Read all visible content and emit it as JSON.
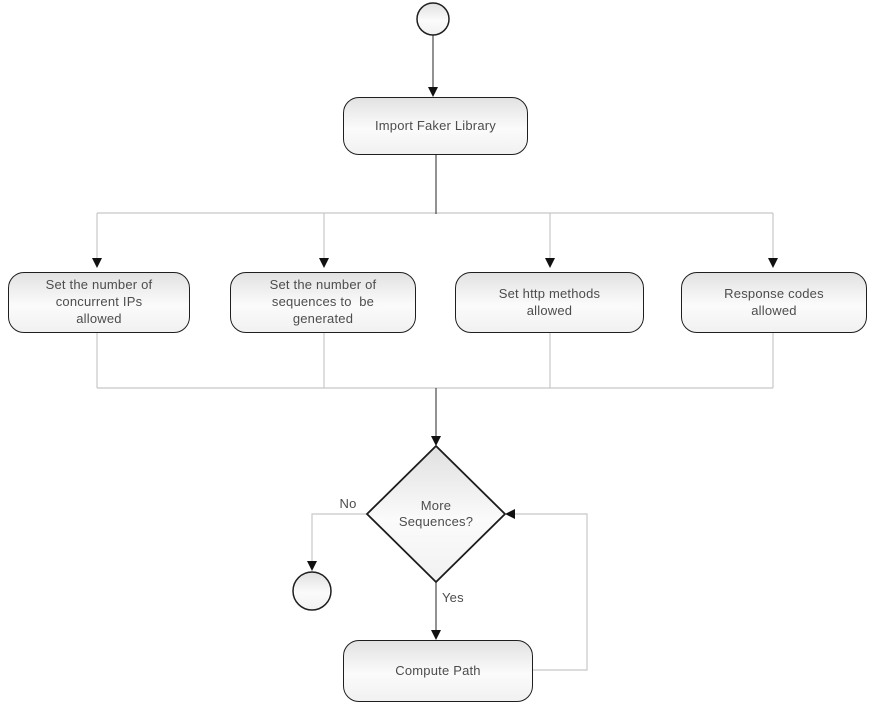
{
  "diagram": {
    "type": "flowchart",
    "background": "#ffffff",
    "colors": {
      "node_border": "#1f1f1f",
      "node_fill_top": "#e2e2e2",
      "node_fill_bottom": "#f1f1f1",
      "node_text": "#4d4d4d",
      "connector_gray": "#c7c7c7",
      "connector_dark": "#4a4a4a",
      "arrowhead": "#111111"
    },
    "nodes": {
      "start": {
        "shape": "circle",
        "label": ""
      },
      "import_faker": {
        "shape": "rounded-rect",
        "label": "Import Faker Library"
      },
      "concurrent_ips": {
        "shape": "rounded-rect",
        "label": "Set the number of\nconcurrent IPs\nallowed"
      },
      "sequences_generated": {
        "shape": "rounded-rect",
        "label": "Set the number of\nsequences to  be\ngenerated"
      },
      "http_methods": {
        "shape": "rounded-rect",
        "label": "Set http methods\nallowed"
      },
      "response_codes": {
        "shape": "rounded-rect",
        "label": "Response codes\nallowed"
      },
      "more_sequences": {
        "shape": "diamond",
        "label": "More\nSequences?"
      },
      "compute_path": {
        "shape": "rounded-rect",
        "label": "Compute Path"
      },
      "end": {
        "shape": "circle",
        "label": ""
      }
    },
    "edge_labels": {
      "no": "No",
      "yes": "Yes"
    }
  }
}
